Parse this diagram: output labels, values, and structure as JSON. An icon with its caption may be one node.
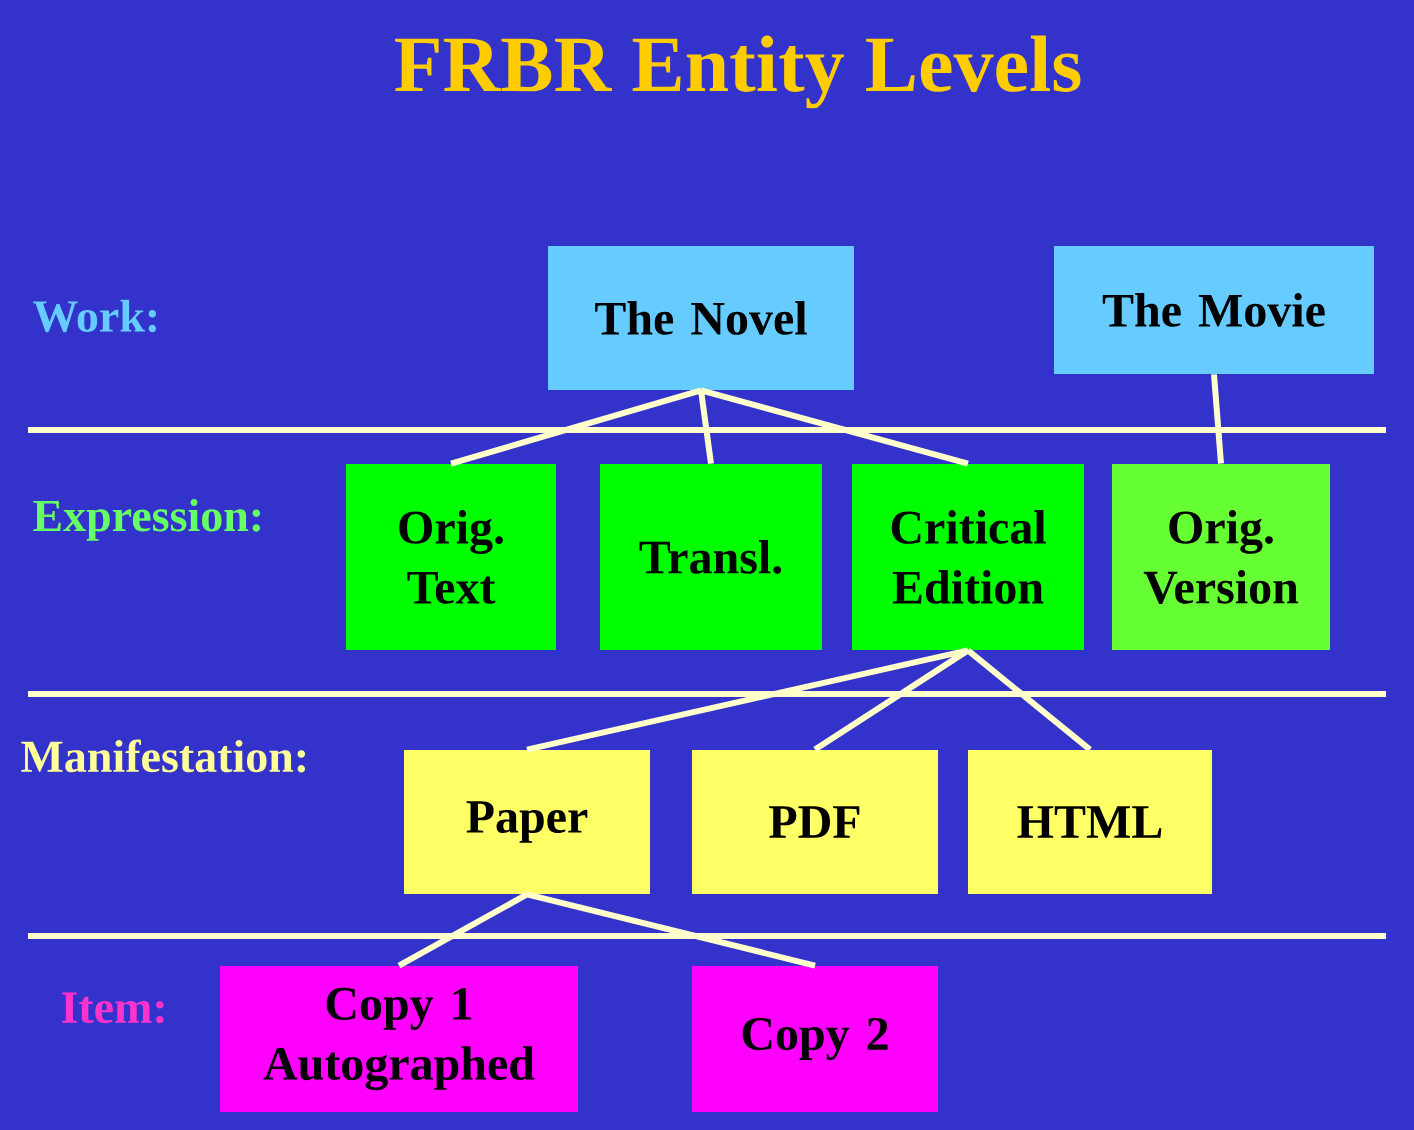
{
  "diagram": {
    "title": "FRBR Entity Levels",
    "nodes": [
      {
        "text": [
          "The Novel"
        ]
      },
      {
        "text": [
          "The Movie"
        ]
      },
      {
        "text": [
          "Orig. Text"
        ]
      },
      {
        "text": [
          "Transl."
        ]
      },
      {
        "text": [
          "Critical Edition"
        ]
      },
      {
        "text": [
          "Orig. Version"
        ]
      },
      {
        "text": [
          "Paper"
        ]
      },
      {
        "text": [
          "PDF"
        ]
      },
      {
        "text": [
          "HTML"
        ]
      },
      {
        "text": [
          "Copy 1 Autographed"
        ]
      },
      {
        "text": [
          "Copy 2"
        ]
      }
    ],
    "edges": [
      {
        "from": 0,
        "to": 2,
        "arrow": "none"
      },
      {
        "from": 0,
        "to": 3,
        "arrow": "none"
      },
      {
        "from": 0,
        "to": 4,
        "arrow": "none"
      },
      {
        "from": 1,
        "to": 5,
        "arrow": "none"
      },
      {
        "from": 4,
        "to": 6,
        "arrow": "none"
      },
      {
        "from": 4,
        "to": 7,
        "arrow": "none"
      },
      {
        "from": 4,
        "to": 8,
        "arrow": "none"
      },
      {
        "from": 6,
        "to": 9,
        "arrow": "none"
      },
      {
        "from": 6,
        "to": 10,
        "arrow": "none"
      }
    ],
    "labels": [
      "Work:",
      "Expression:",
      "Manifestation:",
      "Item:"
    ]
  }
}
